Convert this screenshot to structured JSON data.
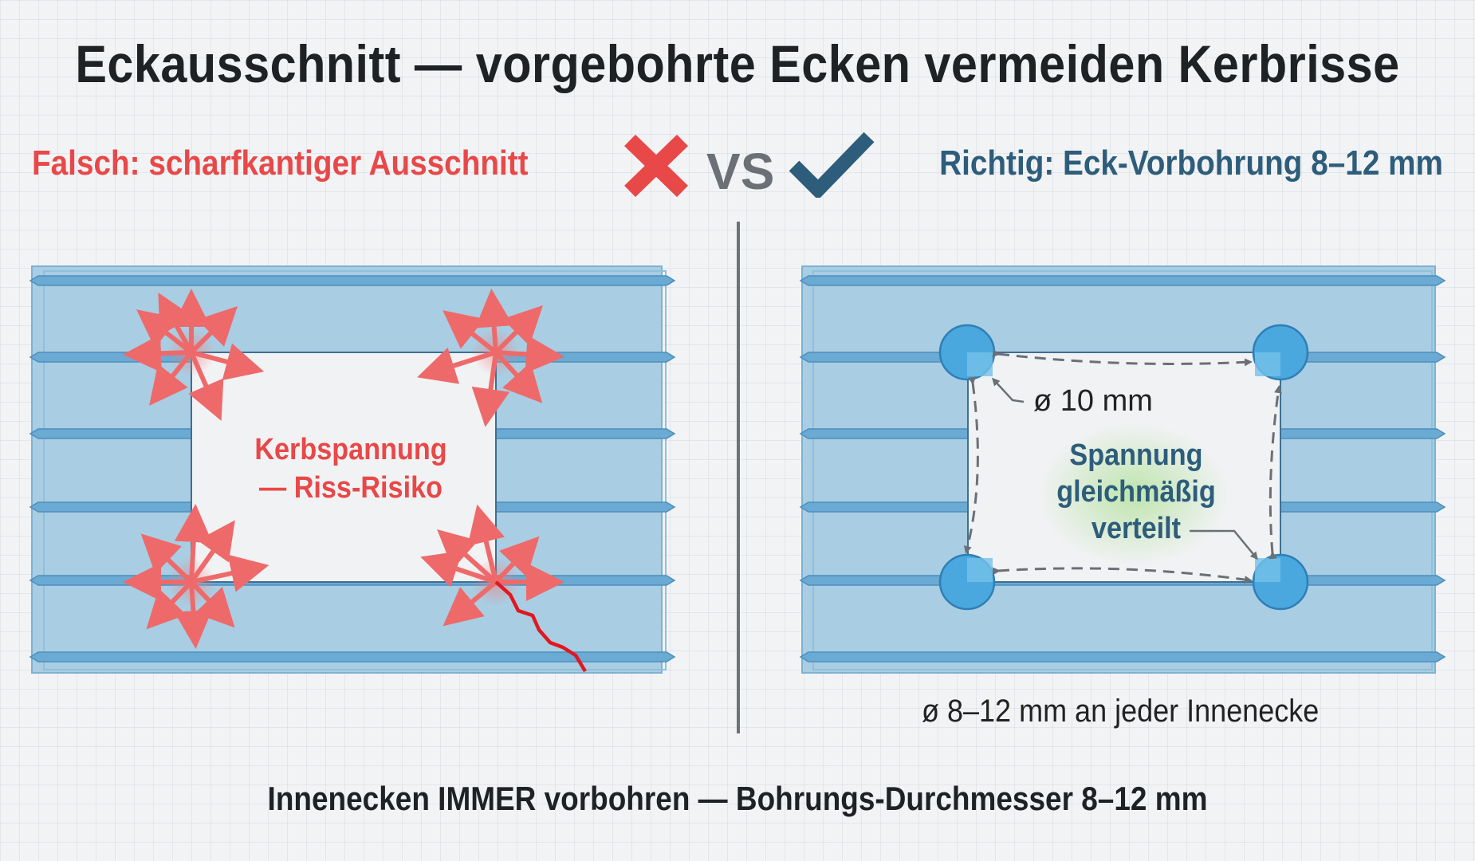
{
  "title": "Eckausschnitt — vorgebohrte Ecken vermeiden Kerbrisse",
  "wrong": {
    "heading": "Falsch: scharfkantiger Ausschnitt",
    "label_line1": "Kerbspannung",
    "label_line2": "— Riss-Risiko",
    "icon": "cross-icon",
    "color": "#e84848"
  },
  "vs": "VS",
  "right": {
    "heading": "Richtig: Eck-Vorbohrung 8–12 mm",
    "dimension": "ø 10 mm",
    "label_line1": "Spannung",
    "label_line2": "gleichmäßig",
    "label_line3": "verteilt",
    "caption": "ø 8–12 mm an jeder Innenecke",
    "icon": "checkmark-icon",
    "color": "#2d5d7b"
  },
  "footer": "Innenecken IMMER vorbohren — Bohrungs-Durchmesser 8–12 mm",
  "colors": {
    "panel_blue": "#a9cde2",
    "rib_blue": "#5a9ec9",
    "hole_blue": "#4aa8df",
    "stress_red": "#e84848"
  }
}
